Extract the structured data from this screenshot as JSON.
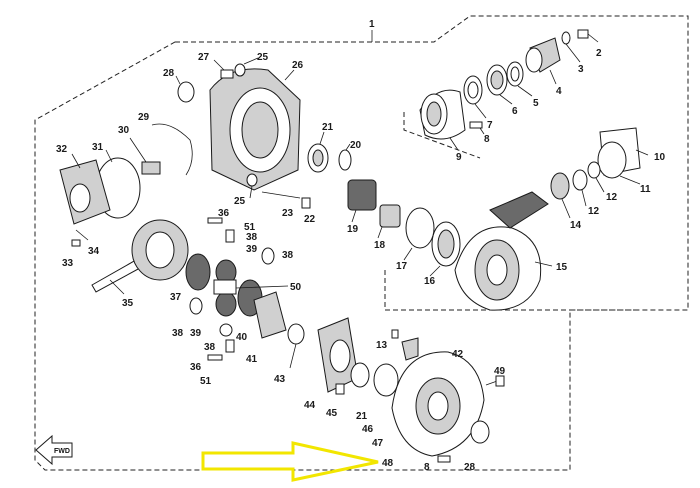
{
  "diagram": {
    "assembly_number": "1",
    "fwd_label": "FWD",
    "highlight_color": "#f2e600",
    "highlighted_part": "48",
    "part_numbers": [
      "2",
      "3",
      "4",
      "5",
      "6",
      "7",
      "8",
      "9",
      "10",
      "11",
      "12",
      "13",
      "14",
      "15",
      "16",
      "17",
      "18",
      "19",
      "20",
      "21",
      "22",
      "23",
      "25",
      "26",
      "27",
      "28",
      "29",
      "30",
      "31",
      "32",
      "33",
      "34",
      "35",
      "36",
      "37",
      "38",
      "39",
      "40",
      "41",
      "42",
      "43",
      "44",
      "45",
      "46",
      "47",
      "48",
      "49",
      "50",
      "51"
    ]
  }
}
